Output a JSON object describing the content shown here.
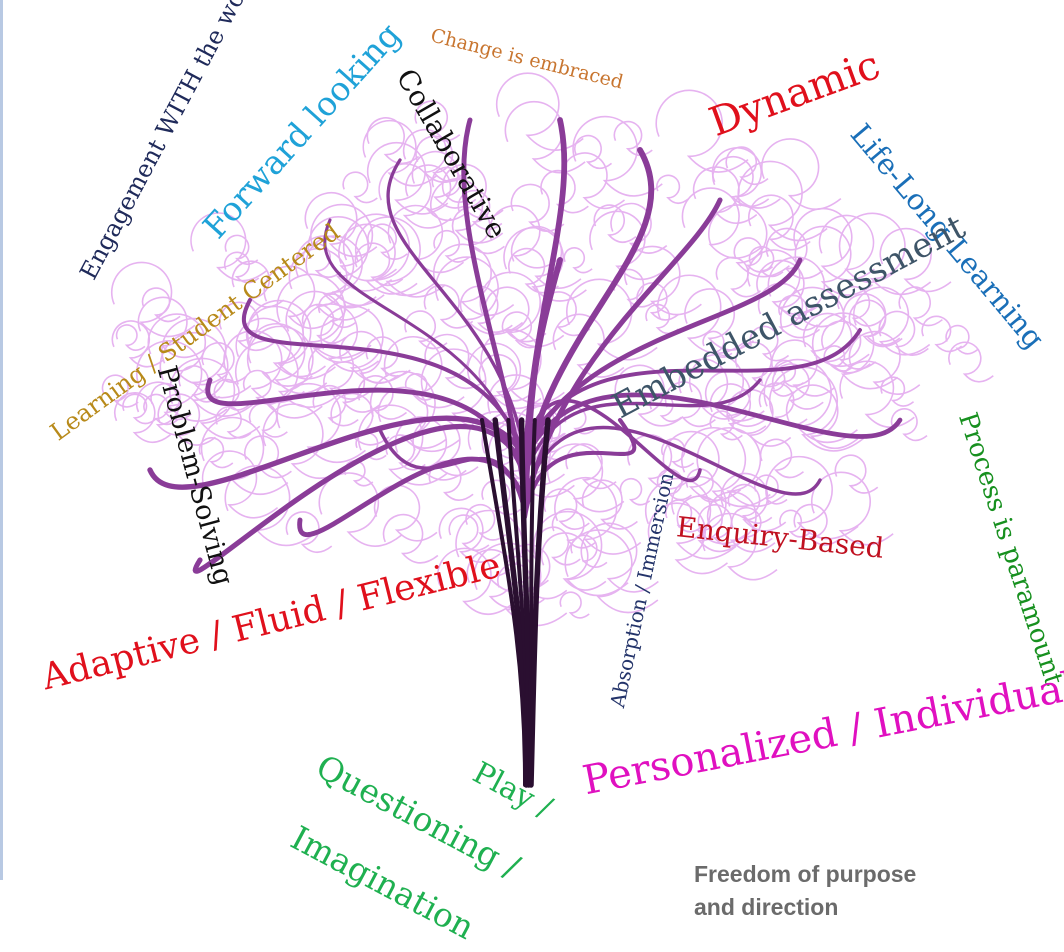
{
  "words": {
    "engagement": "Engagement WITH the world",
    "forward_looking": "Forward looking",
    "change_embraced": "Change is embraced",
    "collaborative": "Collaborative",
    "dynamic": "Dynamic",
    "life_long_learning": "Life-Long Learning",
    "learning_student_centered": "Learning / Student Centered",
    "embedded_assessment": "Embedded assessment",
    "problem_solving": "Problem-Solving",
    "process_paramount": "Process is paramount",
    "absorption_immersion": "Absorption / Immersion",
    "enquiry_based": "Enquiry-Based",
    "adaptive_fluid_flexible": "Adaptive / Fluid / Flexible",
    "personalized_individualized": "Personalized / Individualized",
    "play": "Play /",
    "questioning": "Questioning /",
    "imagination": "Imagination"
  },
  "colors": {
    "engagement": "#1f2a5a",
    "forward_looking": "#1fa2d8",
    "change_embraced": "#c8752f",
    "collaborative": "#111111",
    "dynamic": "#e0101c",
    "life_long_learning": "#1a6fb8",
    "learning_student_centered": "#b88a1a",
    "embedded_assessment": "#3e5568",
    "problem_solving": "#111111",
    "process_paramount": "#17901f",
    "absorption_immersion": "#24346a",
    "enquiry_based": "#c01020",
    "adaptive_fluid_flexible": "#e0101c",
    "personalized_individualized": "#e010c0",
    "play_questioning_imagination": "#1fb050",
    "trunk": "#2a0f30",
    "branches": "#8a3c98",
    "foliage": "#e2a6ee",
    "caption": "#6b6b6b"
  },
  "caption": {
    "line1": "Freedom of purpose",
    "line2": "and direction"
  }
}
